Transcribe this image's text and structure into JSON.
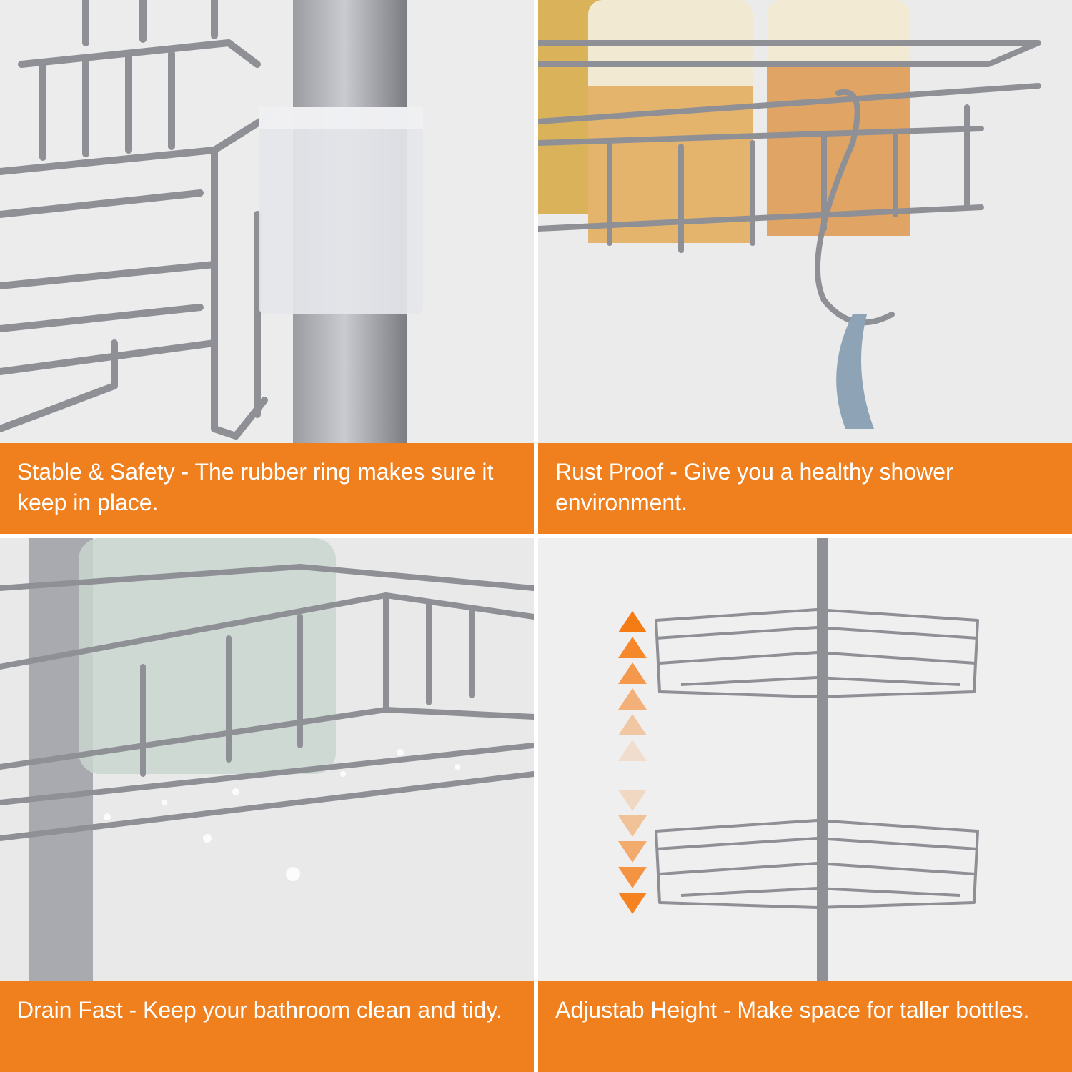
{
  "colors": {
    "caption_bg": "#f07f1e",
    "metal": "#8d8f94",
    "background": "#efefef",
    "arrow": "#f57c15"
  },
  "panels": [
    {
      "caption": "Stable & Safety - The rubber ring makes sure it keep in place.",
      "image": "rubber-ring-pole-clamp-photo"
    },
    {
      "caption": "Rust Proof - Give you a healthy shower environment.",
      "image": "basket-with-s-hook-photo"
    },
    {
      "caption": "Drain Fast - Keep your bathroom clean and tidy.",
      "image": "wet-wire-basket-photo"
    },
    {
      "caption": "Adjustab Height - Make space for taller bottles.",
      "image": "adjustable-baskets-with-arrows"
    }
  ]
}
